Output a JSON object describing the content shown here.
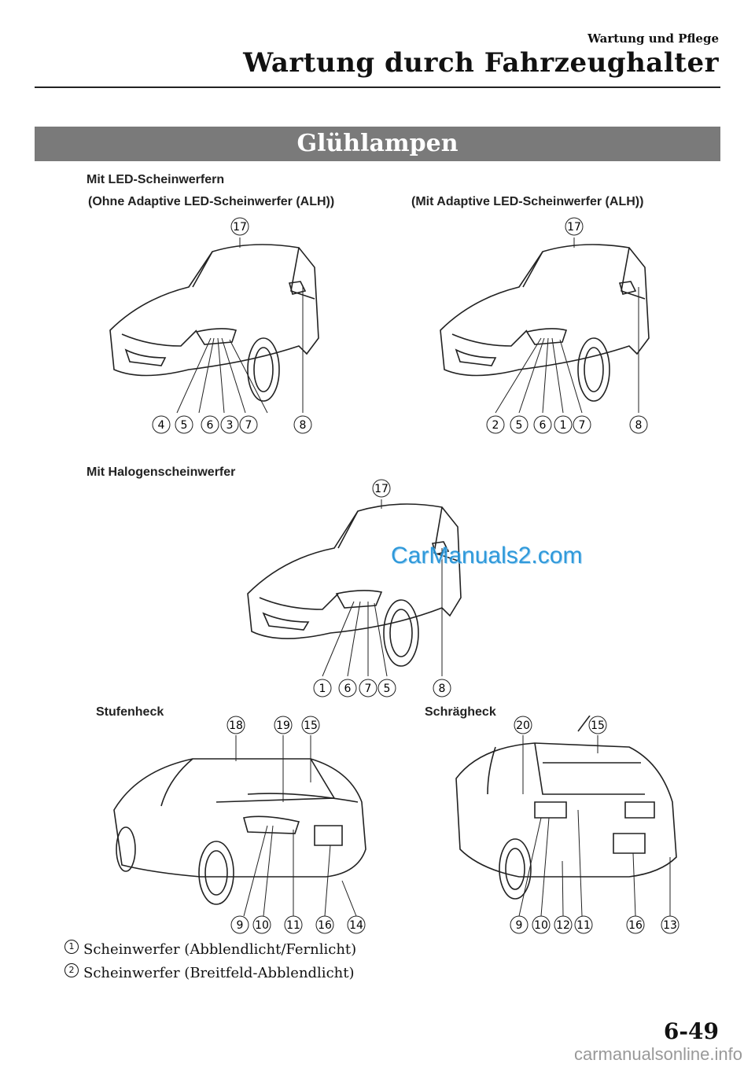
{
  "header": {
    "section": "Wartung und Pflege",
    "chapter": "Wartung durch Fahrzeughalter"
  },
  "banner": "Glühlampen",
  "figures": {
    "led_group": "Mit LED-Scheinwerfern",
    "led_without_alh": "(Ohne Adaptive LED-Scheinwerfer (ALH))",
    "led_with_alh": "(Mit Adaptive LED-Scheinwerfer (ALH))",
    "halogen": "Mit Halogenscheinwerfer",
    "sedan": "Stufenheck",
    "hatchback": "Schrägheck"
  },
  "callouts": {
    "fig1_top": "17",
    "fig1": [
      "4",
      "5",
      "6",
      "3",
      "7",
      "8"
    ],
    "fig2_top": "17",
    "fig2": [
      "2",
      "5",
      "6",
      "1",
      "7",
      "8"
    ],
    "fig3_top": "17",
    "fig3": [
      "1",
      "6",
      "7",
      "5",
      "8"
    ],
    "fig4_top": [
      "18",
      "19",
      "15"
    ],
    "fig4": [
      "9",
      "10",
      "11",
      "16",
      "14"
    ],
    "fig5_top": [
      "20",
      "15"
    ],
    "fig5": [
      "9",
      "10",
      "12",
      "11",
      "16",
      "13"
    ]
  },
  "watermark": "CarManuals2.com",
  "legend": [
    {
      "num": "1",
      "text": "Scheinwerfer (Abblendlicht/Fernlicht)"
    },
    {
      "num": "2",
      "text": "Scheinwerfer (Breitfeld-Abblendlicht)"
    }
  ],
  "page_number": "6-49",
  "footer": "carmanualsonline.info"
}
